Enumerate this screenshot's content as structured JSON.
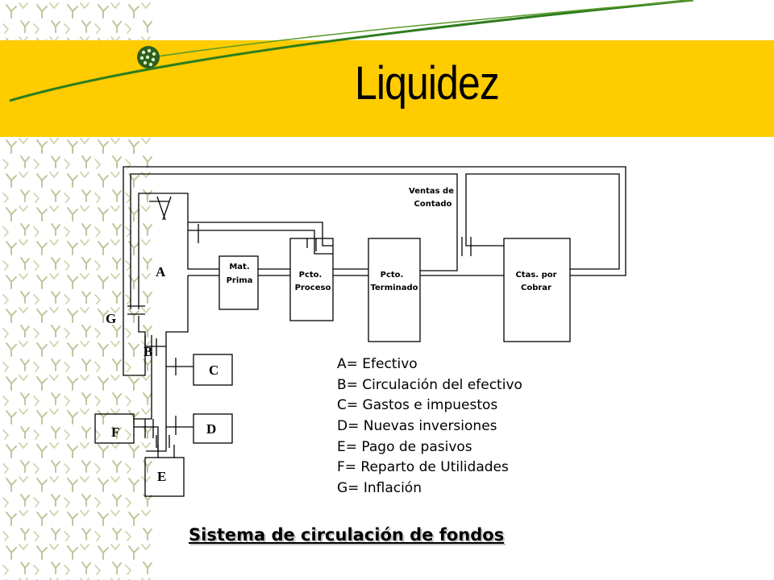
{
  "slide": {
    "title": "Liquidez",
    "subtitle": "Sistema de circulación de fondos"
  },
  "diagram": {
    "nodes": {
      "a": "A",
      "b": "B",
      "c": "C",
      "d": "D",
      "e": "E",
      "f": "F",
      "g": "G"
    },
    "boxes": {
      "mat_prima": [
        "Mat.",
        "Prima"
      ],
      "pcto_proceso": [
        "Pcto.",
        "Proceso"
      ],
      "pcto_terminado": [
        "Pcto.",
        "Terminado"
      ],
      "ctas_cobrar": [
        "Ctas. por",
        "Cobrar"
      ],
      "ventas_contado": [
        "Ventas de",
        "Contado"
      ]
    },
    "legend": [
      "A= Efectivo",
      "B= Circulación del efectivo",
      "C= Gastos e impuestos",
      "D= Nuevas inversiones",
      "E= Pago de pasivos",
      "F= Reparto de Utilidades",
      "G= Inflación"
    ]
  },
  "colors": {
    "banner": "#FFCC00",
    "title_line": "#2E7D1E",
    "decor": "#BFC79A"
  }
}
